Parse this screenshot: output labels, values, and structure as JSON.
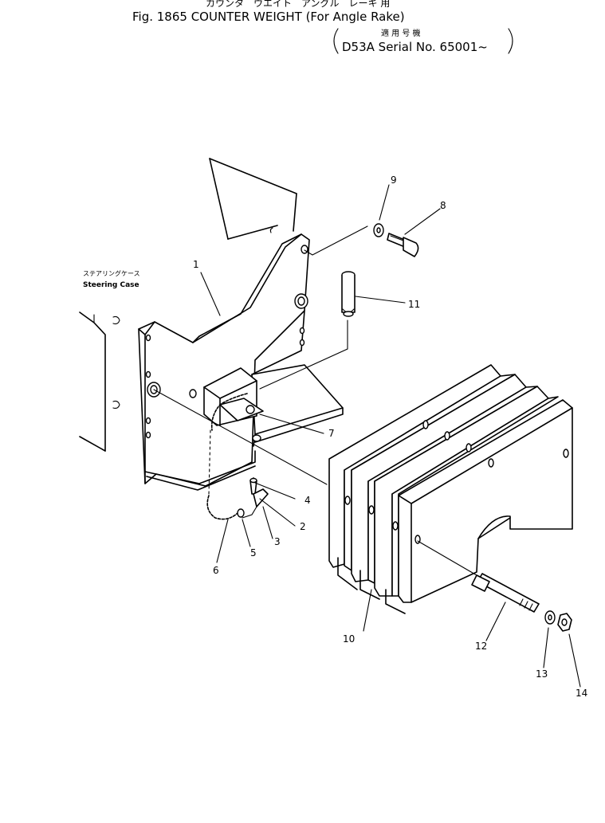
{
  "header": {
    "title_jp": "カウンタ　ウエイト　アングル　レーキ 用",
    "title": "Fig. 1865  COUNTER WEIGHT (For Angle Rake)",
    "serial_jp": "適 用 号 機",
    "serial": "D53A  Serial No. 65001~"
  },
  "labels": {
    "steering_case_jp": "ステアリングケース",
    "steering_case": "Steering Case"
  },
  "callouts": [
    "1",
    "2",
    "3",
    "4",
    "5",
    "6",
    "7",
    "8",
    "9",
    "10",
    "11",
    "12",
    "13",
    "14"
  ]
}
